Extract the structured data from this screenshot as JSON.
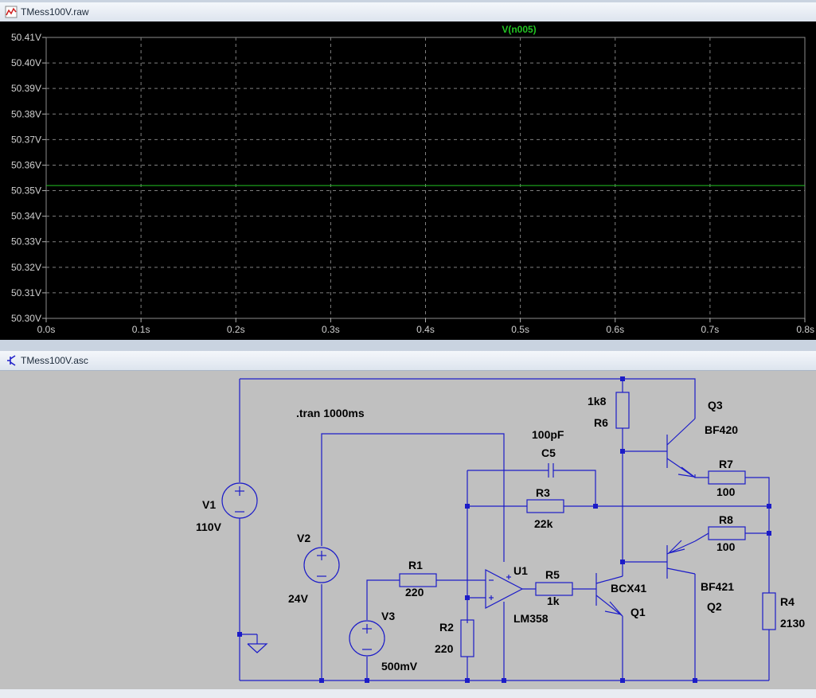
{
  "waveform_window": {
    "title": "TMess100V.raw",
    "trace_label": "V(n005)",
    "trace_color": "#22c422",
    "chart_data": {
      "type": "line",
      "series": [
        {
          "name": "V(n005)",
          "x": [
            0.0,
            0.8
          ],
          "y": [
            50.352,
            50.352
          ]
        }
      ],
      "x_ticks": [
        "0.0s",
        "0.1s",
        "0.2s",
        "0.3s",
        "0.4s",
        "0.5s",
        "0.6s",
        "0.7s",
        "0.8s"
      ],
      "y_ticks": [
        "50.41V",
        "50.40V",
        "50.39V",
        "50.38V",
        "50.37V",
        "50.36V",
        "50.35V",
        "50.34V",
        "50.33V",
        "50.32V",
        "50.31V",
        "50.30V"
      ],
      "xlim": [
        0.0,
        0.8
      ],
      "ylim": [
        50.3,
        50.41
      ],
      "grid": true
    }
  },
  "schematic_window": {
    "title": "TMess100V.asc",
    "directive": ".tran 1000ms",
    "wire_color": "#1c1cc8",
    "components": {
      "V1": {
        "name": "V1",
        "value": "110V"
      },
      "V2": {
        "name": "V2",
        "value": "24V"
      },
      "V3": {
        "name": "V3",
        "value": "500mV"
      },
      "R1": {
        "name": "R1",
        "value": "220"
      },
      "R2": {
        "name": "R2",
        "value": "220"
      },
      "R3": {
        "name": "R3",
        "value": "22k"
      },
      "R4": {
        "name": "R4",
        "value": "2130"
      },
      "R5": {
        "name": "R5",
        "value": "1k"
      },
      "R6": {
        "name": "R6",
        "value": "1k8"
      },
      "R7": {
        "name": "R7",
        "value": "100"
      },
      "R8": {
        "name": "R8",
        "value": "100"
      },
      "C5": {
        "name": "C5",
        "value": "100pF"
      },
      "U1": {
        "name": "U1",
        "value": "LM358"
      },
      "Q1": {
        "name": "Q1",
        "value": "BCX41"
      },
      "Q2": {
        "name": "Q2",
        "value": "BF421"
      },
      "Q3": {
        "name": "Q3",
        "value": "BF420"
      }
    }
  }
}
